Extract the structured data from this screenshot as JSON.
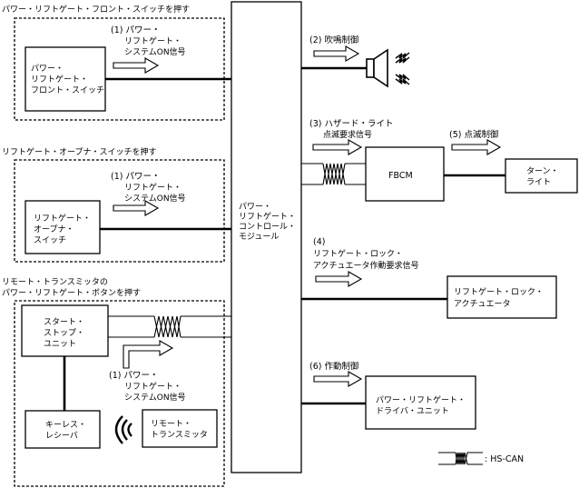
{
  "groups": {
    "front_switch": {
      "caption": "パワー・リフトゲート・フロント・スイッチを押す",
      "box_lines": [
        "パワー・",
        "リフトゲート・",
        "フロント・スイッチ"
      ],
      "signal_lines": [
        "(1) パワー・",
        "リフトゲート・",
        "システムON信号"
      ]
    },
    "opener_switch": {
      "caption": "リフトゲート・オープナ・スイッチを押す",
      "box_lines": [
        "リフトゲート・",
        "オープナ・",
        "スイッチ"
      ],
      "signal_lines": [
        "(1) パワー・",
        "リフトゲート・",
        "システムON信号"
      ]
    },
    "remote": {
      "caption_lines": [
        "リモート・トランスミッタの",
        "パワー・リフトゲート・ボタンを押す"
      ],
      "start_stop_lines": [
        "スタート・",
        "ストップ・",
        "ユニット"
      ],
      "keyless_lines": [
        "キーレス・",
        "レシーバ"
      ],
      "transmitter_lines": [
        "リモート・",
        "トランスミッタ"
      ],
      "signal_lines": [
        "(1) パワー・",
        "リフトゲート・",
        "システムON信号"
      ]
    }
  },
  "module": {
    "lines": [
      "パワー・",
      "リフトゲート・",
      "コントロール・",
      "モジュール"
    ]
  },
  "horn": {
    "signal": "(2) 吹鳴制御"
  },
  "hazard": {
    "signal_lines": [
      "(3) ハザード・ライト",
      "点滅要求信号"
    ],
    "fbcm": "FBCM",
    "blink_signal": "(5) 点滅制御",
    "turn_light_lines": [
      "ターン・",
      "ライト"
    ]
  },
  "lock": {
    "signal_lines": [
      "(4)",
      "リフトゲート・ロック・",
      "アクチュエータ作動要求信号"
    ],
    "actuator_lines": [
      "リフトゲート・ロック・",
      "アクチュエータ"
    ]
  },
  "drive": {
    "signal": "(6) 作動制御",
    "unit_lines": [
      "パワー・リフトゲート・",
      "ドライバ・ユニット"
    ]
  },
  "legend": {
    "label": ": HS-CAN"
  }
}
